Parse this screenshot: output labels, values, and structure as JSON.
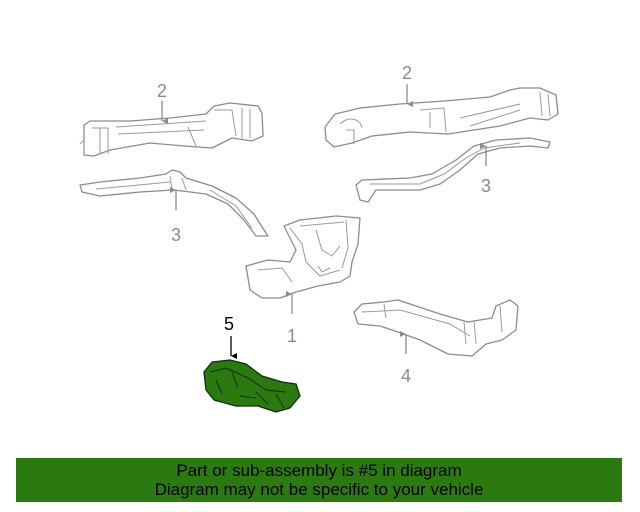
{
  "diagram": {
    "callouts": [
      "2",
      "2",
      "3",
      "3",
      "1",
      "5",
      "4"
    ],
    "highlighted_part": "5",
    "highlight_color": "#2a7a10",
    "line_color": "#8c8c8c"
  },
  "banner": {
    "line1": "Part or sub-assembly is #5 in diagram",
    "line2": "Diagram may not be specific to your vehicle",
    "background": "#2a7a10"
  }
}
